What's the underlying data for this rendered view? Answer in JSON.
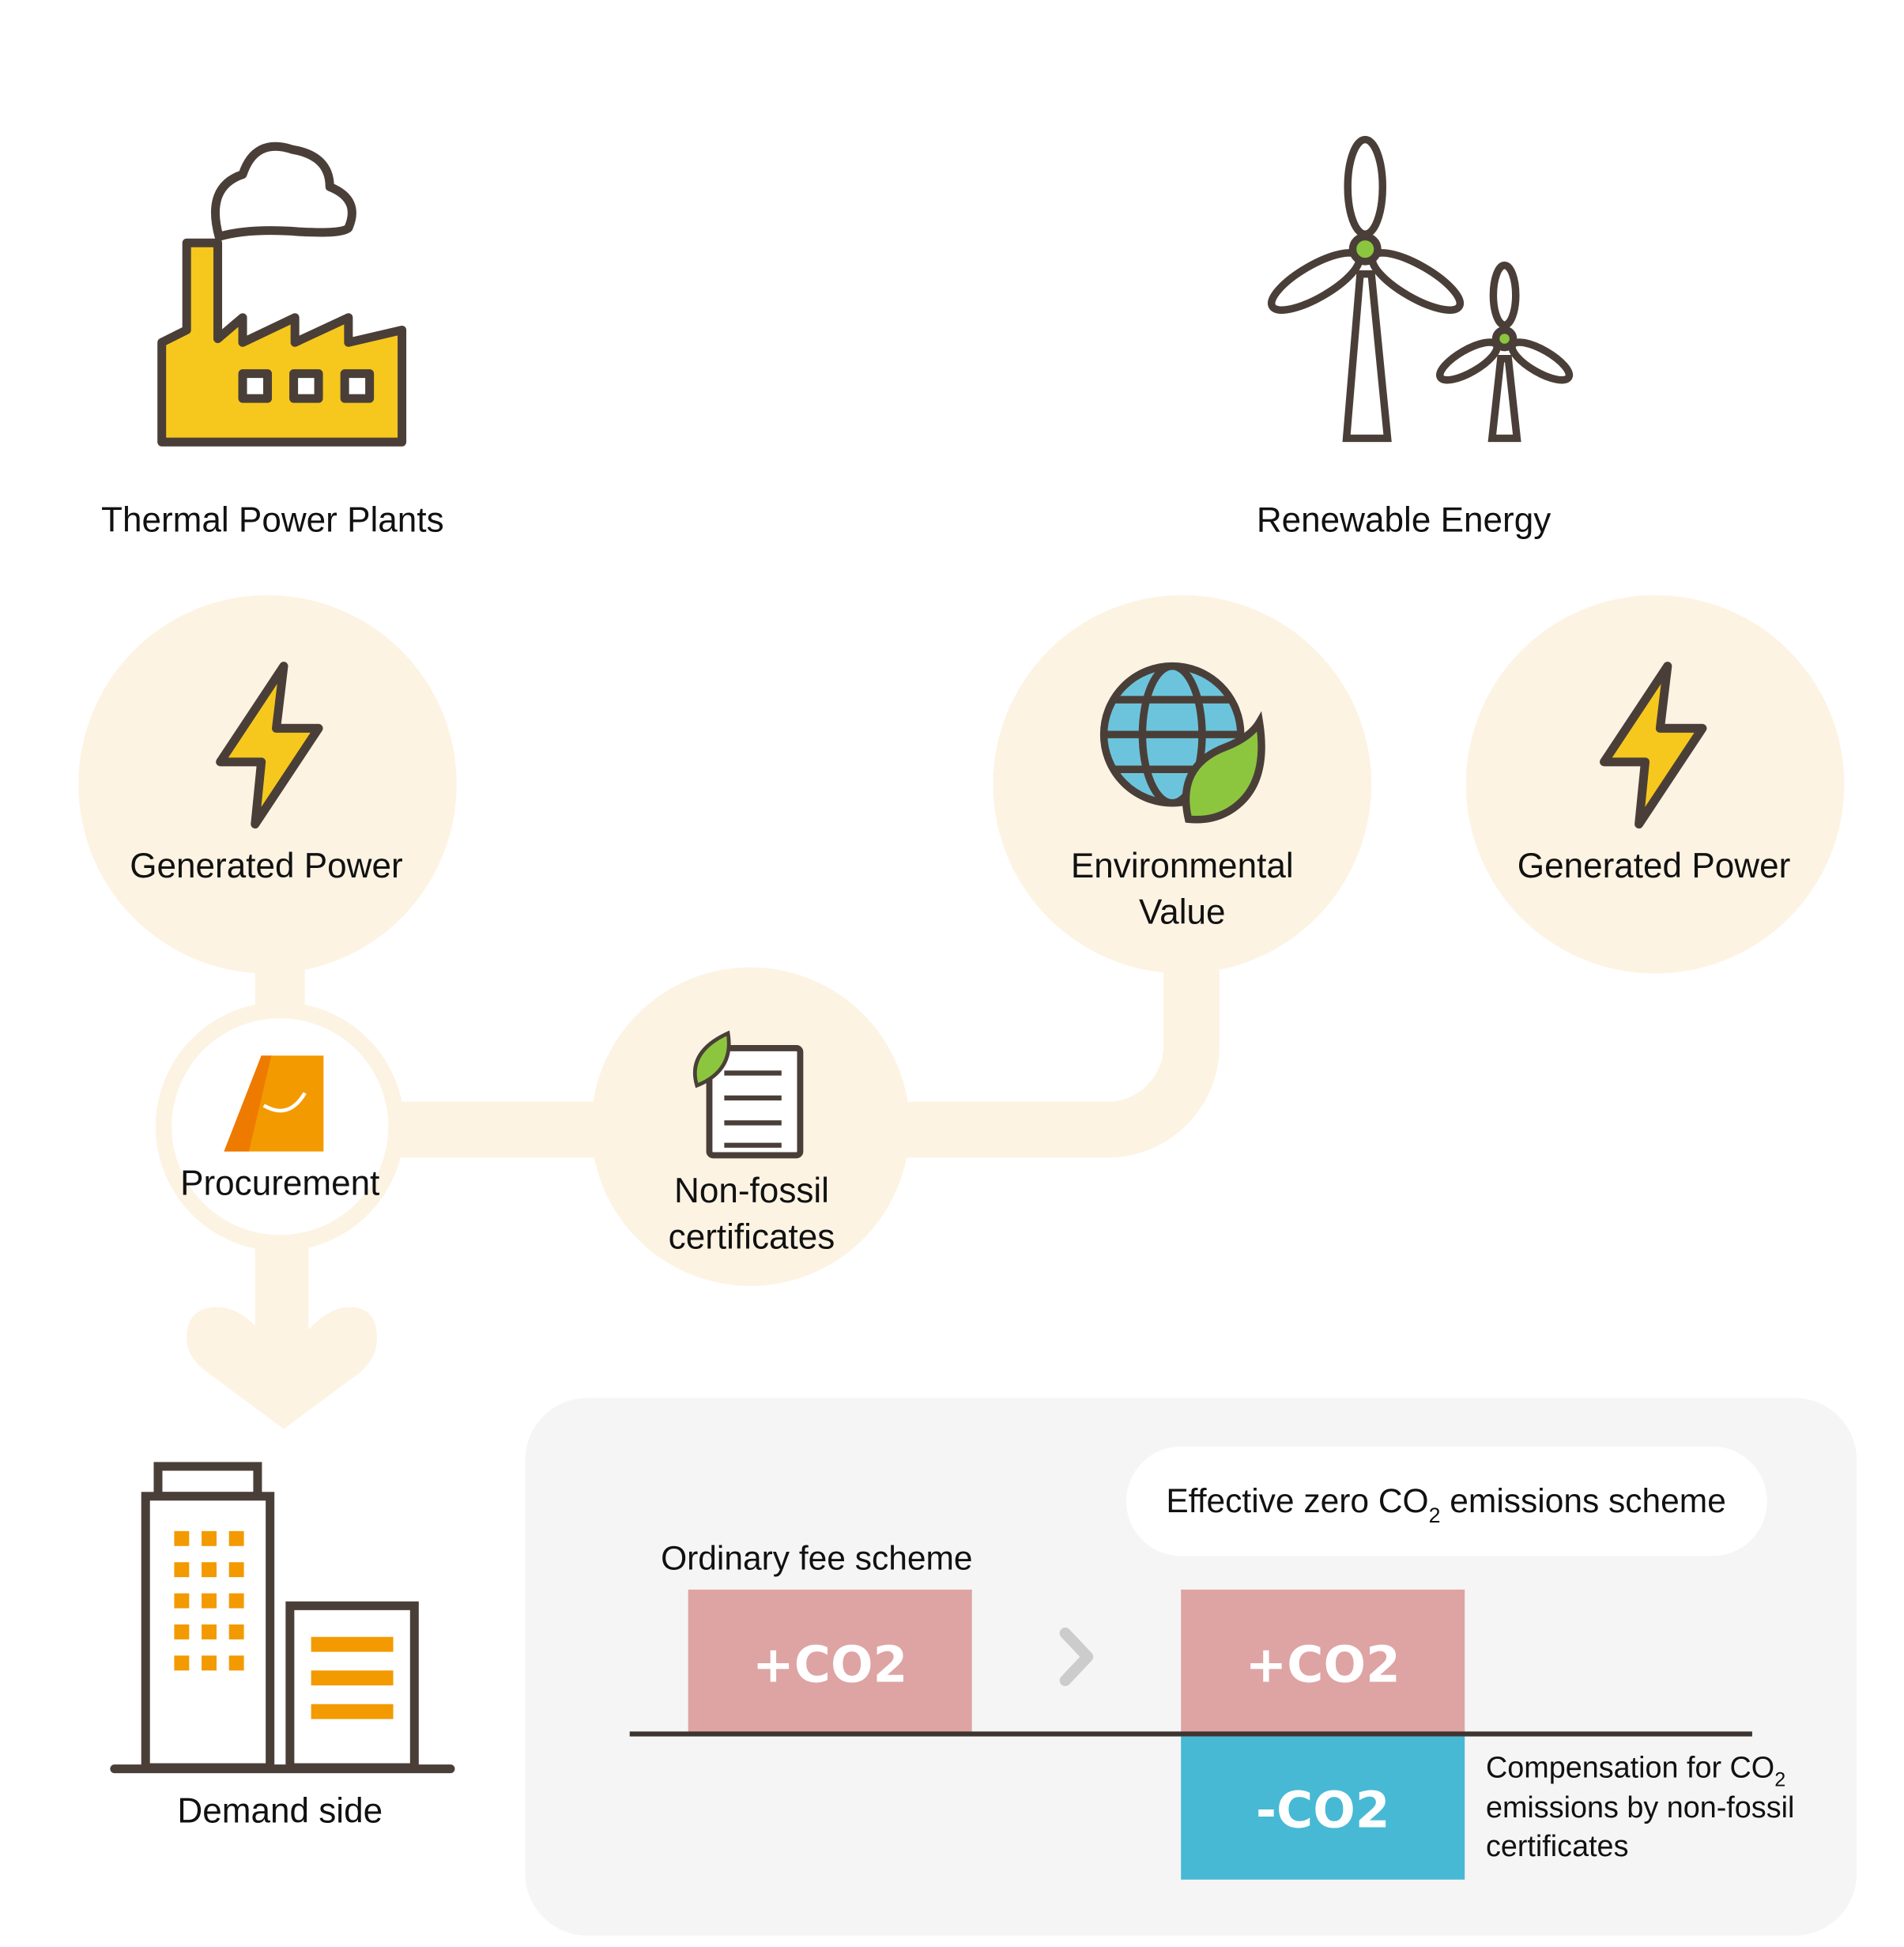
{
  "sources": {
    "thermal": "Thermal Power Plants",
    "renewable": "Renewable Energy"
  },
  "nodes": {
    "generated_power_left": "Generated Power",
    "environmental_value_line1": "Environmental",
    "environmental_value_line2": "Value",
    "generated_power_right": "Generated Power",
    "procurement": "Procurement",
    "non_fossil_line1": "Non-fossil",
    "non_fossil_line2": "certificates",
    "demand_side": "Demand side"
  },
  "comparison": {
    "effective_prefix": "Effective zero CO",
    "effective_sub": "2",
    "effective_suffix": " emissions scheme",
    "ordinary": "Ordinary fee scheme",
    "plus_co2_left": "+CO2",
    "plus_co2_right": "+CO2",
    "minus_co2": "-CO2",
    "comp_line1_prefix": "Compensation for CO",
    "comp_line1_sub": "2",
    "comp_line2": "emissions by non-fossil",
    "comp_line3": "certificates"
  },
  "colors": {
    "circle": "#fdf3e3",
    "plus": "#dea3a3",
    "minus": "#47b9d5",
    "panel": "#f5f5f5",
    "yellow": "#f6c81e",
    "outline": "#4a3f38"
  }
}
